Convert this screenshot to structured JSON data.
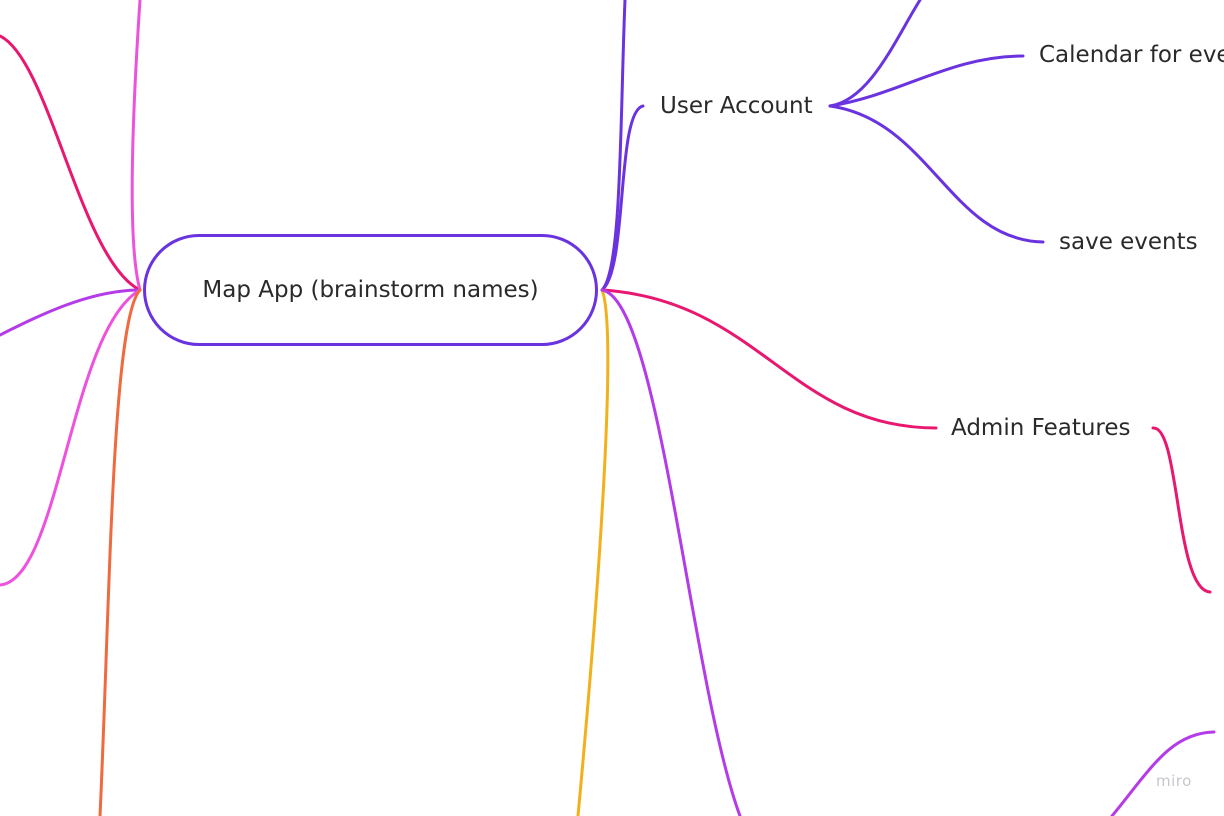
{
  "app": {
    "watermark": "miro"
  },
  "mindmap": {
    "root": {
      "label": "Map App (brainstorm names)",
      "color": "#6a33e0"
    },
    "nodes": {
      "user_account": {
        "label": "User Account",
        "color": "#6a33e0"
      },
      "calendar": {
        "label": "Calendar for eve",
        "color": "#6a33e0"
      },
      "save_events": {
        "label": "save events",
        "color": "#6a33e0"
      },
      "admin_features": {
        "label": "Admin Features",
        "color": "#e8176f"
      }
    }
  },
  "colors": {
    "purple": "#6a33e0",
    "magenta": "#e8176f",
    "pink": "#ee52dc",
    "violet": "#b43ce8",
    "orange": "#ef6a3e",
    "amber": "#f2b01b"
  }
}
